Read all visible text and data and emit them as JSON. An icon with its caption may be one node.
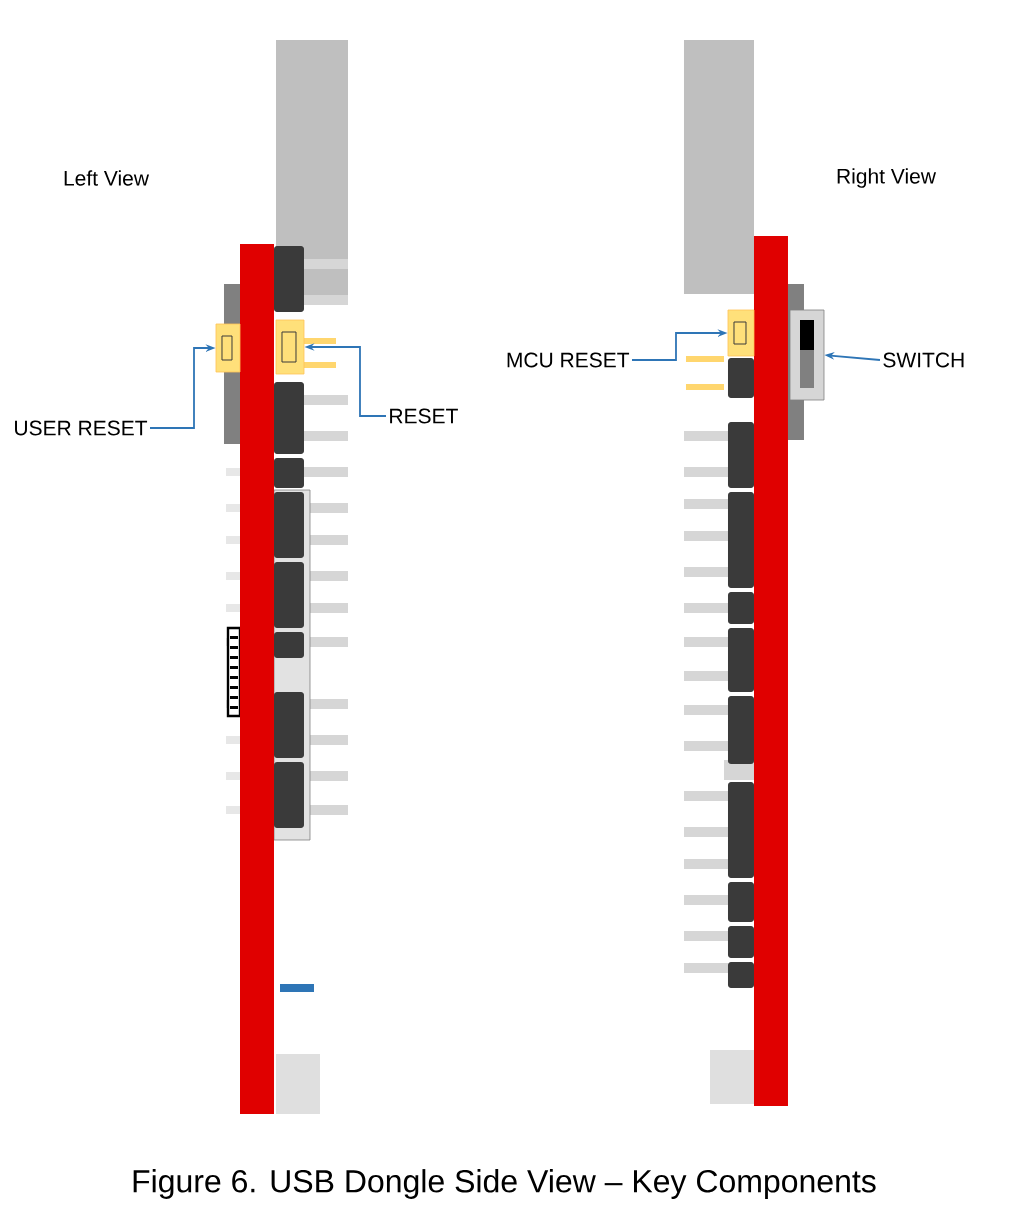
{
  "diagram": {
    "caption": "Figure 6. USB Dongle Side View – Key Components",
    "nodes": [
      {
        "text": [
          "USER RESET"
        ]
      },
      {
        "text": [],
        "shape": "box"
      },
      {
        "text": [
          "RESET"
        ]
      },
      {
        "text": [],
        "shape": "box"
      },
      {
        "text": [
          "MCU RESET"
        ]
      },
      {
        "text": [],
        "shape": "box"
      },
      {
        "text": [
          "SWITCH"
        ]
      },
      {
        "text": [],
        "shape": "box"
      }
    ],
    "edges": [
      {
        "from": 0,
        "to": 1,
        "arrow": "to"
      },
      {
        "from": 2,
        "to": 3,
        "arrow": "to"
      },
      {
        "from": 4,
        "to": 5,
        "arrow": "to"
      },
      {
        "from": 6,
        "to": 7,
        "arrow": "to"
      }
    ],
    "labels": [
      "Left View",
      "Right View"
    ]
  }
}
